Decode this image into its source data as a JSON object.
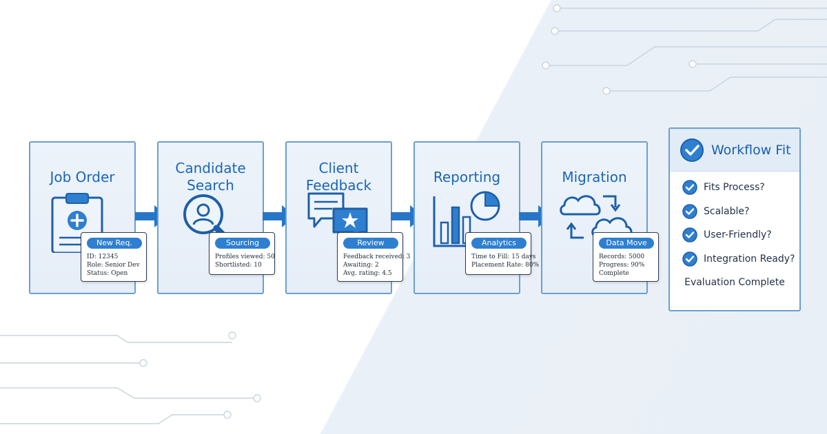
{
  "stages": [
    {
      "title": "Job Order",
      "icon": "clipboard-plus-icon",
      "card": {
        "label": "New Req.",
        "lines": [
          "ID: 12345",
          "Role: Senior Dev",
          "Status: Open"
        ]
      }
    },
    {
      "title": "Candidate\nSearch",
      "icon": "magnifier-person-icon",
      "card": {
        "label": "Sourcing",
        "lines": [
          "Profiles viewed: 50",
          "Shortlisted: 10"
        ]
      }
    },
    {
      "title": "Client\nFeedback",
      "icon": "chat-star-icon",
      "card": {
        "label": "Review",
        "lines": [
          "Feedback received: 3",
          "Awaiting: 2",
          "Avg. rating: 4.5"
        ]
      }
    },
    {
      "title": "Reporting",
      "icon": "bar-pie-chart-icon",
      "card": {
        "label": "Analytics",
        "lines": [
          "Time to Fill: 15 days",
          "Placement Rate: 80%"
        ]
      }
    },
    {
      "title": "Migration",
      "icon": "cloud-sync-icon",
      "card": {
        "label": "Data Move",
        "lines": [
          "Records: 5000",
          "Progress: 90%",
          "Complete"
        ]
      }
    }
  ],
  "workflow_fit": {
    "title": "Workflow Fit",
    "items": [
      "Fits Process?",
      "Scalable?",
      "User-Friendly?",
      "Integration Ready?"
    ],
    "footer": "Evaluation Complete"
  },
  "colors": {
    "accent": "#2f7fd0",
    "title": "#1a66b8",
    "border": "#6a9fd0"
  }
}
